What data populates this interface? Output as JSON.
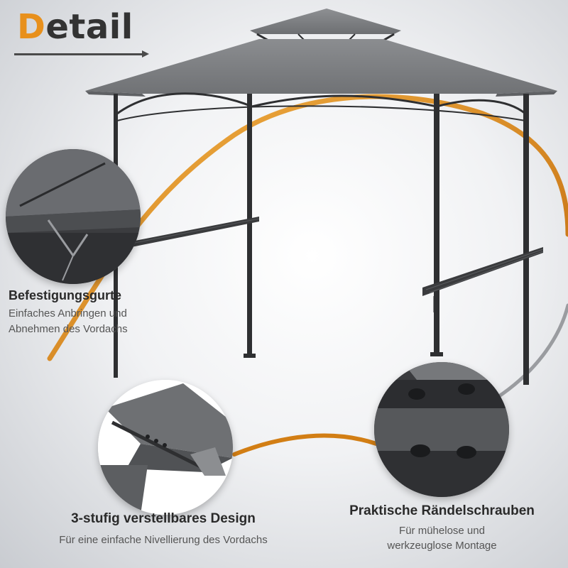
{
  "headline": {
    "first_letter": "D",
    "rest": "etail"
  },
  "features": [
    {
      "title": "Befestigungsgurte",
      "desc_line1": "Einfaches Anbringen und",
      "desc_line2": "Abnehmen des Vordachs"
    },
    {
      "title": "3-stufig verstellbares Design",
      "desc_line1": "Für eine einfache Nivellierung des Vordachs"
    },
    {
      "title": "Praktische Rändelschrauben",
      "desc_line1": "Für mühelose und",
      "desc_line2": "werkzeuglose Montage"
    }
  ],
  "icons": {
    "arrow": "arrow-right-icon"
  },
  "colors": {
    "accent_orange": "#e8901c",
    "headline_dark": "#333333",
    "canopy_gray": "#7b7d80",
    "frame_dark": "#2e2f31"
  }
}
